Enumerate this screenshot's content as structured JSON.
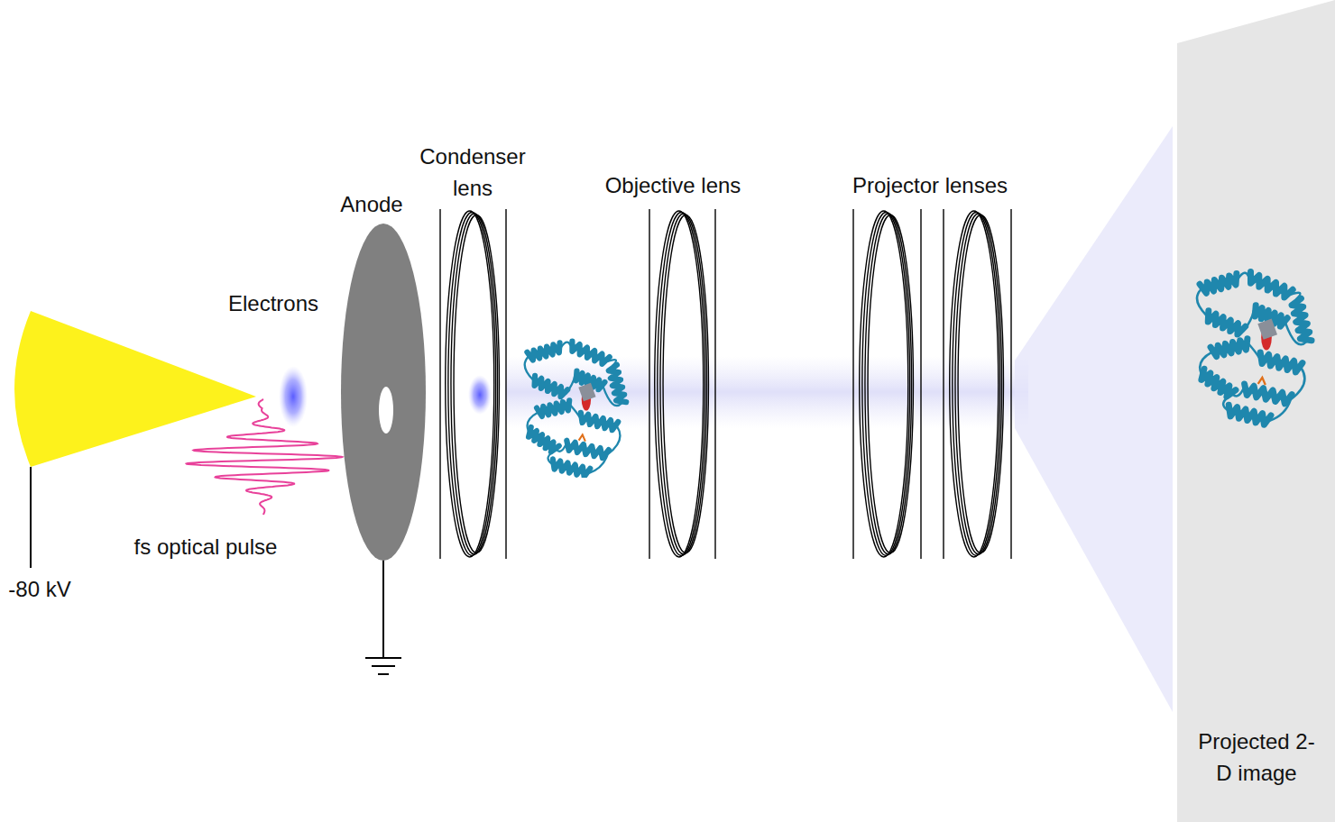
{
  "diagram": {
    "labels": [
      "-80 kV",
      "fs optical pulse",
      "Electrons",
      "Anode",
      "Condenser lens",
      "Objective lens",
      "Projector lenses",
      "Projected 2-D image"
    ]
  }
}
